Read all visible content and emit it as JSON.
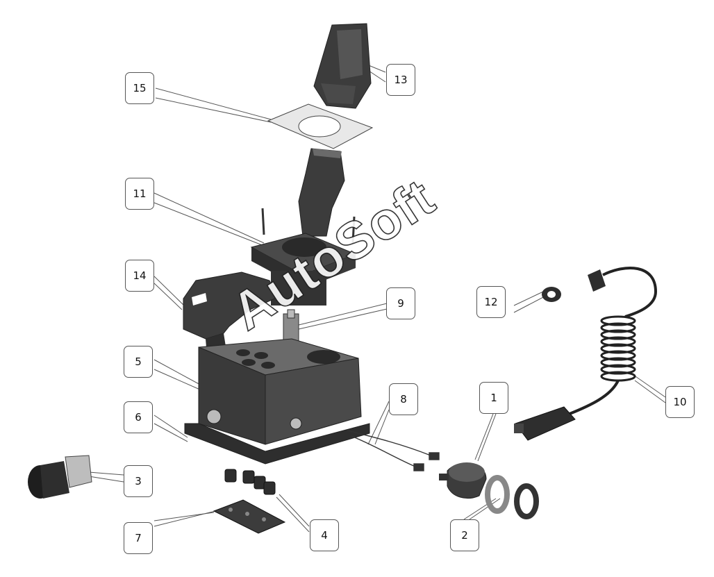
{
  "callouts": [
    {
      "id": "c1",
      "text": "1"
    },
    {
      "id": "c2",
      "text": "2"
    },
    {
      "id": "c3",
      "text": "3"
    },
    {
      "id": "c4",
      "text": "4"
    },
    {
      "id": "c5",
      "text": "5"
    },
    {
      "id": "c6",
      "text": "6"
    },
    {
      "id": "c7",
      "text": "7"
    },
    {
      "id": "c8",
      "text": "8"
    },
    {
      "id": "c9",
      "text": "9"
    },
    {
      "id": "c10",
      "text": "10"
    },
    {
      "id": "c11",
      "text": "11"
    },
    {
      "id": "c12",
      "text": "12"
    },
    {
      "id": "c13",
      "text": "13"
    },
    {
      "id": "c14",
      "text": "14"
    },
    {
      "id": "c15",
      "text": "15"
    }
  ],
  "watermark": "AutoSoft",
  "colors": {
    "part_dark": "#3c3c3c",
    "part_mid": "#6a6a6a",
    "part_light": "#9a9a9a",
    "line": "#555555"
  }
}
